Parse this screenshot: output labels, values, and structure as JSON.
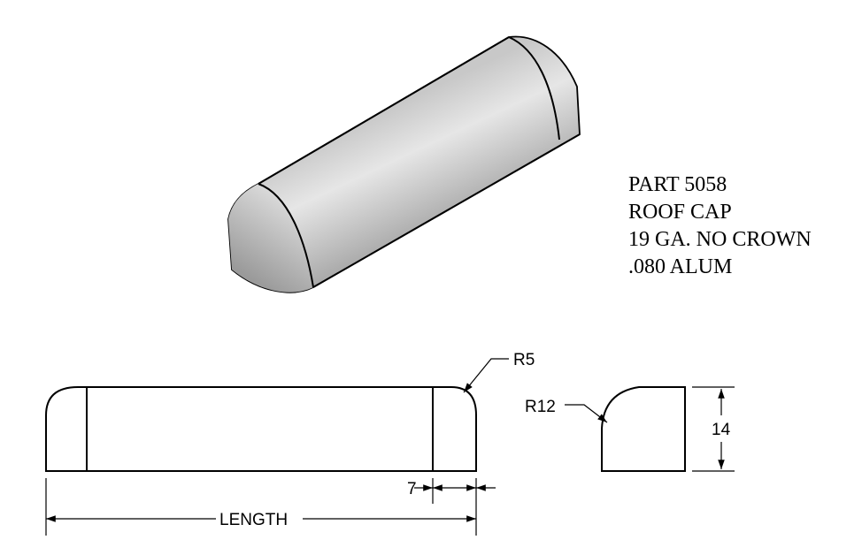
{
  "notes": {
    "part": "PART 5058",
    "name": "ROOF CAP",
    "gauge": "19 GA. NO CROWN",
    "material": ".080 ALUM"
  },
  "dimensions": {
    "end_radius": "R5",
    "profile_radius": "R12",
    "height": "14",
    "end_offset": "7",
    "length": "LENGTH"
  }
}
